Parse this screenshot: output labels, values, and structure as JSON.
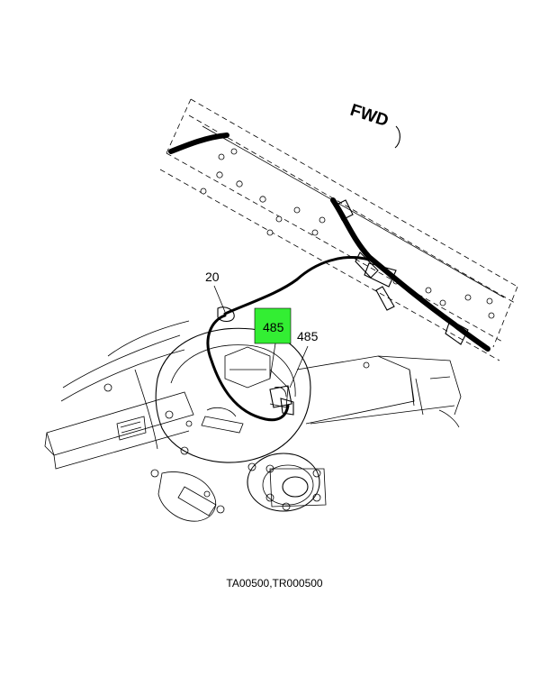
{
  "diagram": {
    "direction_label": "FWD",
    "callouts": [
      {
        "id": "20",
        "label": "20"
      },
      {
        "id": "485-highlighted",
        "label": "485",
        "highlight_color": "#33ee33"
      },
      {
        "id": "485",
        "label": "485"
      }
    ],
    "caption": "TA00500,TR000500"
  }
}
